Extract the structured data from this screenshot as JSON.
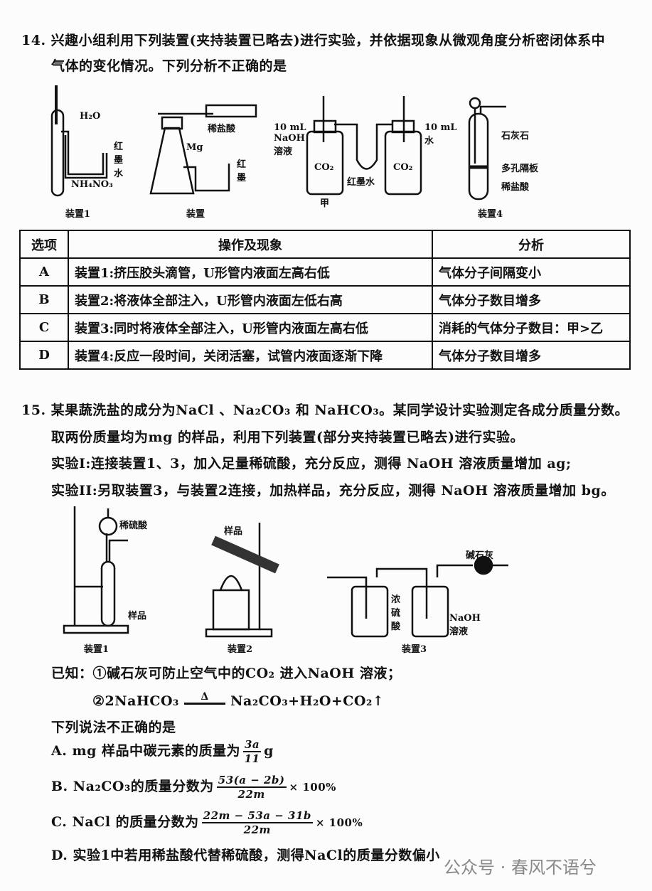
{
  "q14": {
    "line1": "14. 兴趣小组利用下列装置(夹持装置已略去)进行实验，并依据现象从微观角度分析密闭体系中",
    "line2": "气体的变化情况。下列分析不正确的是",
    "labels": {
      "h2o": "H₂O",
      "red_water1": "红墨水",
      "nh4no3": "NH₄NO₃",
      "dil_hcl": "稀盐酸",
      "mg": "Mg",
      "red_ink": "红墨",
      "naoh": "10 mL NaOH 溶液",
      "co2a": "CO₂",
      "co2b": "CO₂",
      "red_water3": "红墨水",
      "water": "10 mL 水",
      "jia": "甲",
      "limestone": "石灰石",
      "porous": "多孔隔板",
      "dil_hcl4": "稀盐酸"
    },
    "captions": [
      "装置1",
      "装置",
      "装置4"
    ],
    "table": {
      "headers": [
        "选项",
        "操作及现象",
        "分析"
      ],
      "rows": [
        [
          "A",
          "装置1:挤压胶头滴管，U形管内液面左高右低",
          "气体分子间隔变小"
        ],
        [
          "B",
          "装置2:将液体全部注入，U形管内液面左低右高",
          "气体分子数目增多"
        ],
        [
          "C",
          "装置3:同时将液体全部注入，U形管内液面左高右低",
          "消耗的气体分子数目：甲>乙"
        ],
        [
          "D",
          "装置4:反应一段时间，关闭活塞，试管内液面逐渐下降",
          "气体分子数目增多"
        ]
      ]
    }
  },
  "q15": {
    "line1": "15. 某果蔬洗盐的成分为NaCl 、Na₂CO₃ 和 NaHCO₃。某同学设计实验测定各成分质量分数。",
    "line2": "取两份质量均为mg 的样品，利用下列装置(部分夹持装置已略去)进行实验。",
    "line3": "实验I:连接装置1、3，加入足量稀硫酸，充分反应，测得 NaOH 溶液质量增加 ag;",
    "line4": "实验II:另取装置3，与装置2连接，加热样品，充分反应，测得 NaOH 溶液质量增加 bg。",
    "labels": {
      "dil_h2so4": "稀硫酸",
      "sample1": "样品",
      "sample2": "样品",
      "soda_lime": "碱石灰",
      "conc_h2so4": "浓硫酸",
      "naoh_sol": "NaOH 溶液"
    },
    "captions": [
      "装置1",
      "装置2",
      "装置3"
    ],
    "known1": "已知：①碱石灰可防止空气中的CO₂ 进入NaOH 溶液；",
    "known2_left": "②2NaHCO₃",
    "known2_cond": "Δ",
    "known2_right": "Na₂CO₃+H₂O+CO₂↑",
    "prompt": "下列说法不正确的是",
    "options": {
      "a_text": "A. mg 样品中碳元素的质量为",
      "a_num": "3a",
      "a_den": "11",
      "a_unit": "g",
      "b_text": "B. Na₂CO₃的质量分数为",
      "b_num": "53(a − 2b)",
      "b_den": "22m",
      "b_tail": "× 100%",
      "c_text": "C. NaCl 的质量分数为",
      "c_num": "22m − 53a − 31b",
      "c_den": "22m",
      "c_tail": "× 100%",
      "d_text": "D. 实验1中若用稀盐酸代替稀硫酸，测得NaCl的质量分数偏小"
    }
  },
  "watermark": "公众号 · 春风不语兮"
}
